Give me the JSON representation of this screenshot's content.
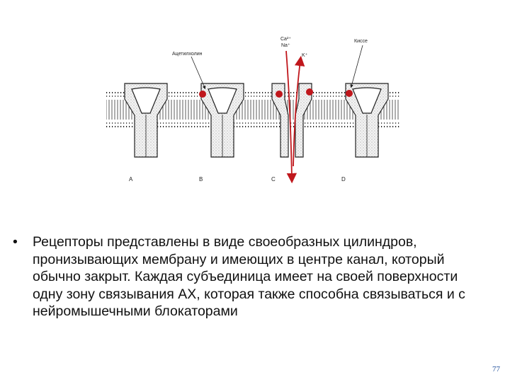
{
  "diagram": {
    "labels": {
      "acetylcholine": "Ацетилхолин",
      "ions_top": "Ca²⁺",
      "ions_bottom": "Na⁺",
      "potassium": "K⁺",
      "other": "Киссе"
    },
    "panels": [
      "A",
      "B",
      "C",
      "D"
    ],
    "accent_color": "#c0171c"
  },
  "bullet": {
    "symbol": "•",
    "text": "Рецепторы представлены в виде своеобразных цилиндров, пронизывающих мембрану и имеющих в центре канал, который обычно закрыт. Каждая субъединица имеет на своей поверхности одну зону связывания АХ, которая также способна связываться и с нейромышечными блокаторами"
  },
  "page_number": "77"
}
